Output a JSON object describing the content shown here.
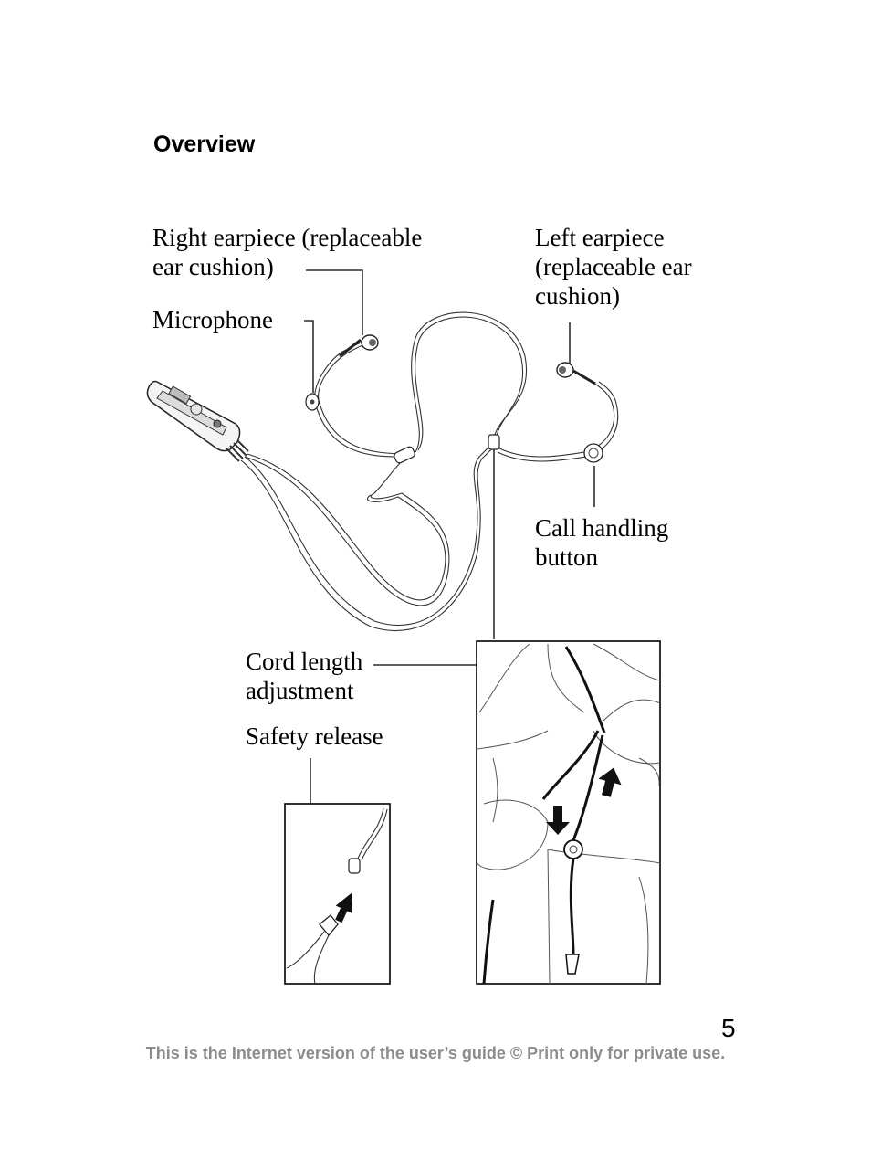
{
  "heading": "Overview",
  "labels": {
    "right_earpiece": [
      "Right earpiece (replaceable",
      "ear cushion)"
    ],
    "left_earpiece": [
      "Left earpiece",
      "(replaceable ear",
      "cushion)"
    ],
    "microphone": "Microphone",
    "call_handling": [
      "Call handling",
      "button"
    ],
    "cord_length": [
      "Cord length",
      "adjustment"
    ],
    "safety_release": "Safety release"
  },
  "page_number": "5",
  "footer": "This is the Internet version of the user’s guide © Print only for private use."
}
